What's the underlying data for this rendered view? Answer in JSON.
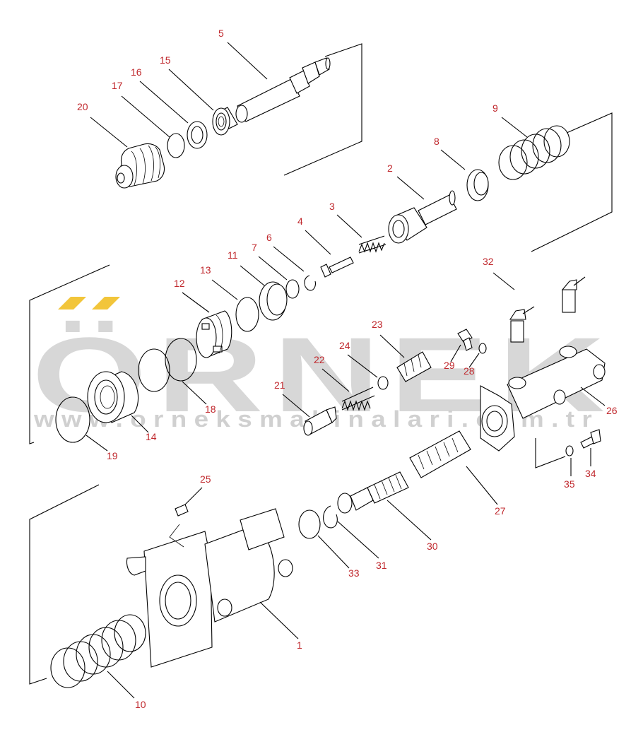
{
  "watermark": {
    "brand": "ÖRNEK",
    "url": "www.orneksmakinalari.com.tr",
    "accent_color": "#f2c53a",
    "text_color": "#d7d7d7"
  },
  "callout_color": "#c0282d",
  "callouts": [
    {
      "id": "5"
    },
    {
      "id": "15"
    },
    {
      "id": "16"
    },
    {
      "id": "17"
    },
    {
      "id": "20"
    },
    {
      "id": "9"
    },
    {
      "id": "8"
    },
    {
      "id": "2"
    },
    {
      "id": "3"
    },
    {
      "id": "4"
    },
    {
      "id": "6"
    },
    {
      "id": "7"
    },
    {
      "id": "11"
    },
    {
      "id": "13"
    },
    {
      "id": "12"
    },
    {
      "id": "32"
    },
    {
      "id": "23"
    },
    {
      "id": "24"
    },
    {
      "id": "22"
    },
    {
      "id": "29"
    },
    {
      "id": "28"
    },
    {
      "id": "21"
    },
    {
      "id": "18"
    },
    {
      "id": "14"
    },
    {
      "id": "19"
    },
    {
      "id": "26"
    },
    {
      "id": "35"
    },
    {
      "id": "34"
    },
    {
      "id": "27"
    },
    {
      "id": "25"
    },
    {
      "id": "30"
    },
    {
      "id": "31"
    },
    {
      "id": "33"
    },
    {
      "id": "1"
    },
    {
      "id": "10"
    }
  ]
}
